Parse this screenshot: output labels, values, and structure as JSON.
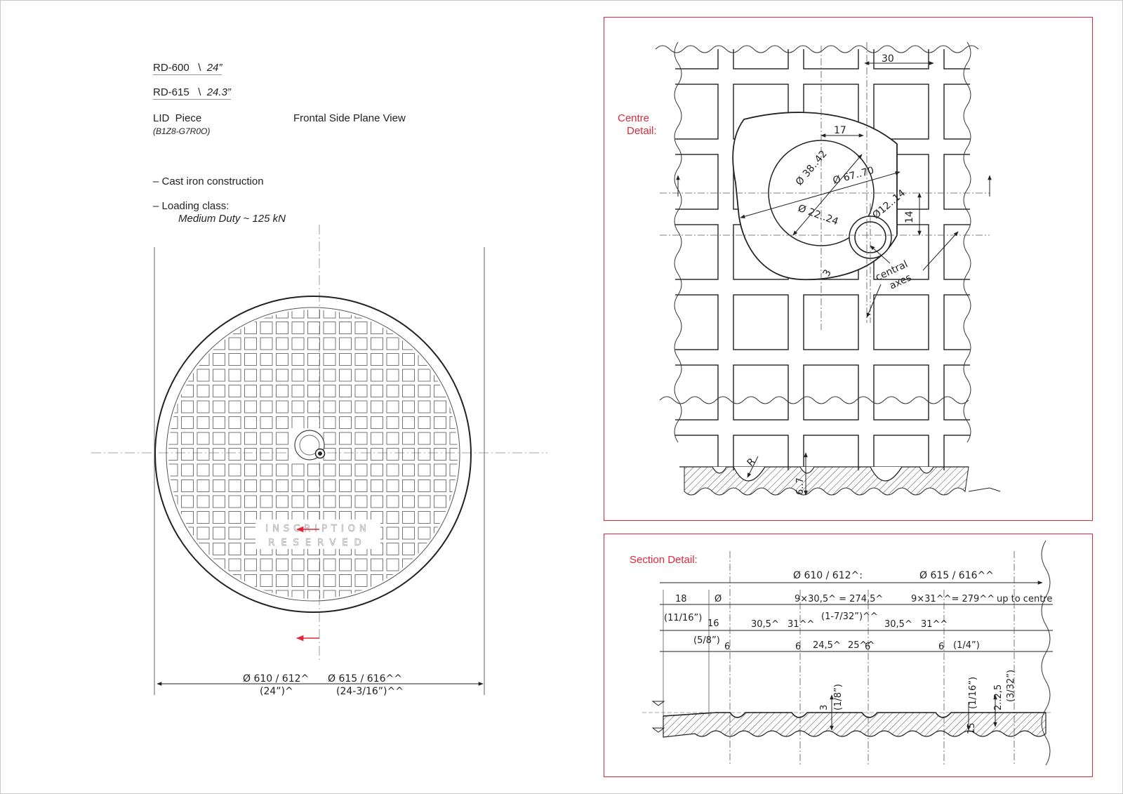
{
  "header": {
    "model_1": "RD-600",
    "model_1_sep": "\\",
    "model_1_size": "24”",
    "model_2": "RD-615",
    "model_2_sep": "\\",
    "model_2_size": "24.3”",
    "piece_label": "LID  Piece",
    "piece_code": "(B1Z8-G7R0O)",
    "view_label": "Frontal Side Plane View"
  },
  "specs": {
    "construction": "– Cast iron construction",
    "loading_label": "– Loading class:",
    "loading_value": "Medium Duty ~ 125 kN"
  },
  "lid": {
    "inscription_line_1": "INSCRIPTION",
    "inscription_line_2": "RESERVED",
    "dim_left": "Ø 610 / 612^",
    "dim_left_sub": "(24”)^",
    "dim_right": "Ø  615 / 616^^",
    "dim_right_sub": "(24-3/16”)^^"
  },
  "centre_detail": {
    "title_1": "Centre",
    "title_2": "Detail:",
    "dim_30": "30",
    "dim_17": "17",
    "dim_d38": "Ø 38..42",
    "dim_d67": "Ø 67..70",
    "dim_d22": "Ø 22..24",
    "dim_d12": "Ø12..14",
    "dim_14": "14",
    "dim_3": "3",
    "label_central": "central",
    "label_axes": "axes",
    "label_r": "R",
    "dim_67": "6..7"
  },
  "section_detail": {
    "title": "Section Detail:",
    "dia_left": "Ø  610 / 612^:",
    "dia_right": "Ø  615 / 616^^",
    "d18": "18",
    "d18_in": "(11/16”)",
    "d_phi": "Ø",
    "d16": "16",
    "d16_in": "(5/8”)",
    "span_left": "9×30,5^ = 274,5^",
    "span_left_in": "(1-7/32”)^^",
    "span_right": "9×31^^= 279^^",
    "up_to_centre": "up to centre",
    "p30_1": "30,5^",
    "p31_1": "31^^",
    "p30_2": "30,5^",
    "p31_2": "31^^",
    "six_1": "6",
    "six_2": "6",
    "six_3": "6",
    "six_4": "6",
    "w245": "24,5^",
    "w25": "25^^",
    "q_in": "(1/4”)",
    "d3": "3",
    "d3_in": "(1/8”)",
    "d15": "15",
    "d15_in": "(1/16”)",
    "d225": "2..2,5",
    "d225_in": "(3/32”)"
  }
}
